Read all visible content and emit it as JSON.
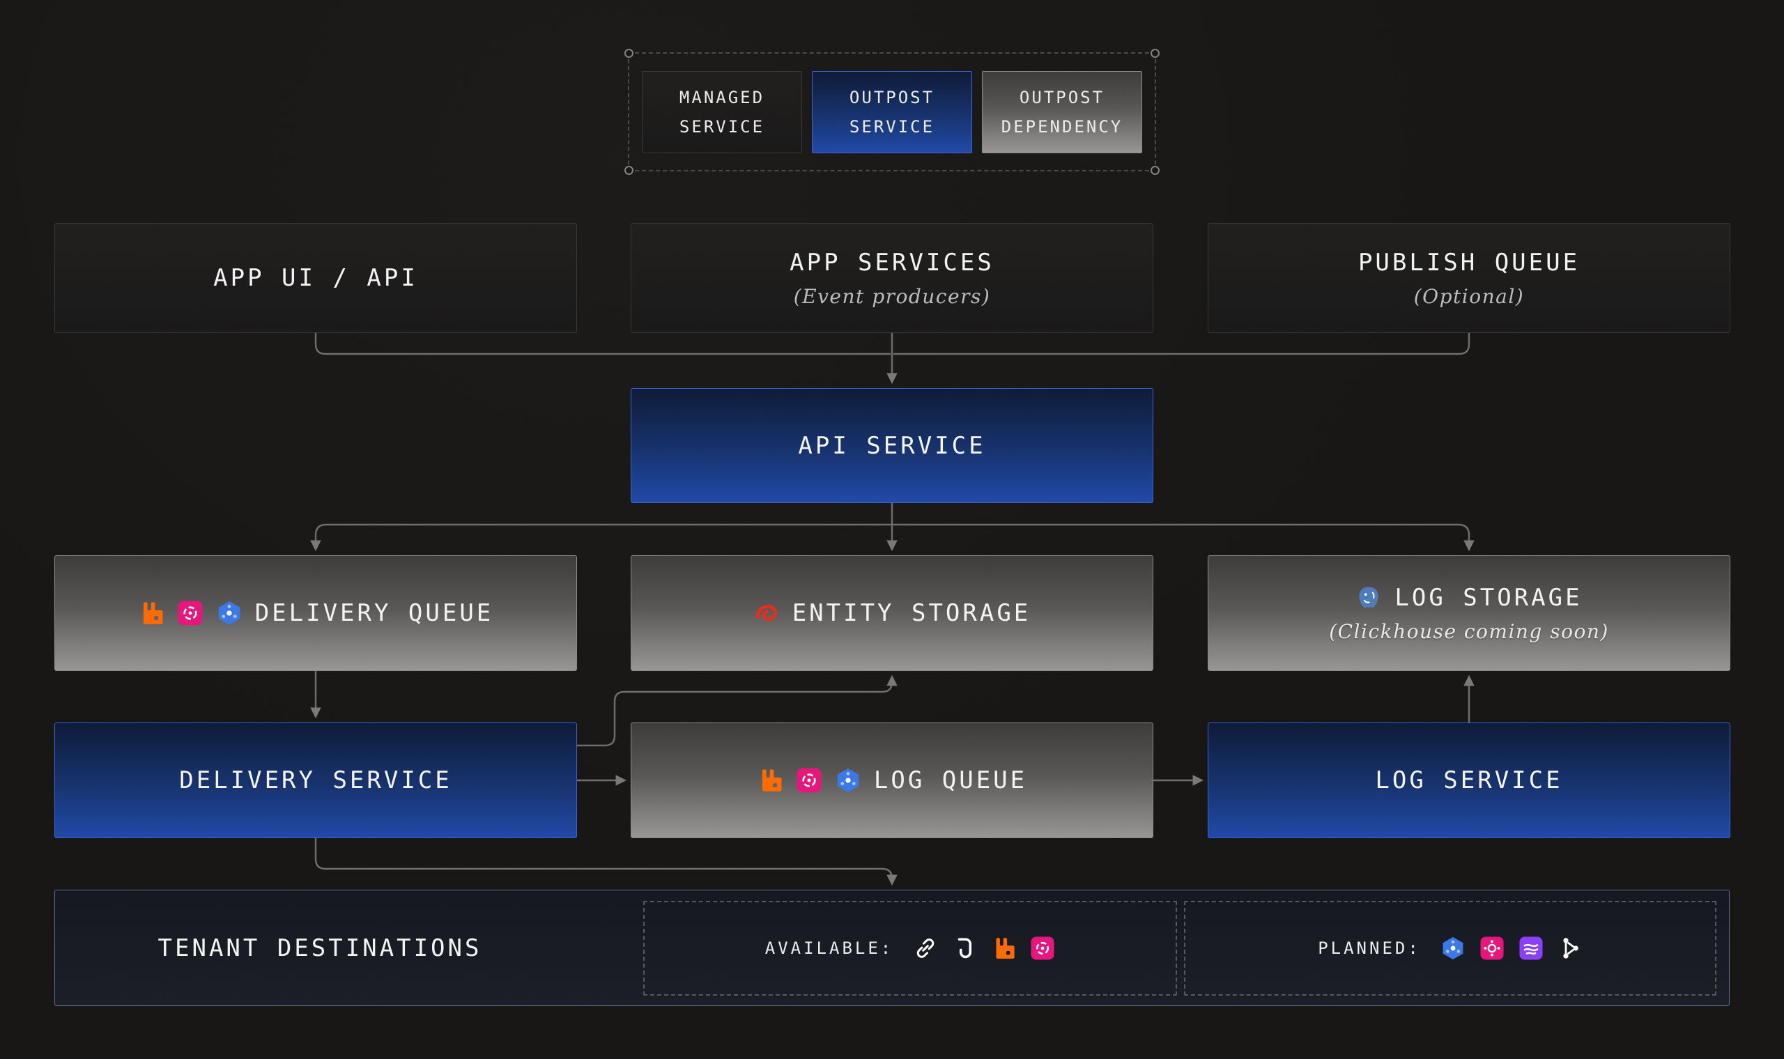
{
  "legend": {
    "items": [
      {
        "label": "MANAGED SERVICE"
      },
      {
        "label": "OUTPOST SERVICE"
      },
      {
        "label": "OUTPOST DEPENDENCY"
      }
    ]
  },
  "nodes": {
    "app_ui_api": {
      "title": "APP UI / API"
    },
    "app_services": {
      "title": "APP SERVICES",
      "subtitle": "(Event producers)"
    },
    "publish_queue": {
      "title": "PUBLISH QUEUE",
      "subtitle": "(Optional)"
    },
    "api_service": {
      "title": "API SERVICE"
    },
    "delivery_queue": {
      "title": "DELIVERY QUEUE",
      "icons": [
        "rabbitmq-icon",
        "sqs-icon",
        "pubsub-icon"
      ]
    },
    "entity_storage": {
      "title": "ENTITY STORAGE",
      "icons": [
        "redis-icon"
      ]
    },
    "log_storage": {
      "title": "LOG STORAGE",
      "subtitle": "(Clickhouse coming soon)",
      "icons": [
        "postgresql-icon"
      ]
    },
    "delivery_service": {
      "title": "DELIVERY SERVICE"
    },
    "log_queue": {
      "title": "LOG QUEUE",
      "icons": [
        "rabbitmq-icon",
        "sqs-icon",
        "pubsub-icon"
      ]
    },
    "log_service": {
      "title": "LOG SERVICE"
    },
    "tenant_destinations": {
      "title": "TENANT DESTINATIONS",
      "available_label": "AVAILABLE:",
      "available_icons": [
        "link-icon",
        "hookdeck-icon",
        "rabbitmq-icon",
        "sqs-icon"
      ],
      "planned_label": "PLANNED:",
      "planned_icons": [
        "pubsub-icon",
        "sns-icon",
        "eventhubs-icon",
        "kafka-icon"
      ]
    }
  },
  "colors": {
    "background": "#161514",
    "outpost_service_blue": "#1f49a8",
    "dependency_gray": "#979695",
    "arrow_gray": "#6e6e6e",
    "rabbitmq_orange": "#ff6a00",
    "sqs_pink": "#e7157b",
    "pubsub_blue": "#3b78e7",
    "redis_red": "#e0301e",
    "postgresql_blue": "#4d7bb8",
    "eventhubs_purple": "#8a3ffc"
  }
}
